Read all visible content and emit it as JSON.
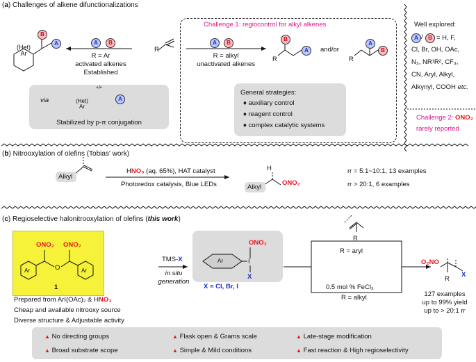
{
  "section_a": {
    "label_letter": "a",
    "title": "Challenges of alkene difunctionalizations",
    "ball_a": "A",
    "ball_b": "B",
    "left_arrow_r": "R = Ar",
    "left_arrow_line2": "activated alkenes",
    "left_arrow_line3": "Established",
    "het": "(Het)",
    "ar": "Ar",
    "via": "via",
    "radical_mark": "+/•",
    "stabilized": "Stabilized by p-π conjugation",
    "r_label": "R",
    "challenge1": "Challenge 1: regiocontrol for alkyl alkenes",
    "right_arrow_r": "R = alkyl",
    "right_arrow_line2": "unactivated alkenes",
    "andor": "and/or",
    "strategies_title": "General strategies:",
    "strategies": [
      "auxiliary control",
      "reagent control",
      "complex catalytic systems"
    ],
    "well_explored": "Well explored:",
    "well_list_1": "= H, F,",
    "well_list_2": "Cl, Br, OH, OAc,",
    "well_list_3": "N₃, NR¹R², CF₃,",
    "well_list_4": "CN,  Aryl, Alkyl,",
    "well_list_5a": "Alkynyl, COOH",
    "well_list_5b": "etc.",
    "slash": "/",
    "challenge2": "Challenge 2:",
    "ono2": "ONO₂",
    "rarely": "rarely reported"
  },
  "section_b": {
    "label_letter": "b",
    "title": "Nitrooxylation of olefins (Tobias' work)",
    "alkyl": "Alkyl",
    "reagent_h": "H",
    "reagent_no3": "NO₃",
    "reagent_rest": " (aq. 65%), HAT catalyst",
    "conditions": "Photoredox catalysis, Blue LEDs",
    "product_h": "H",
    "product_ono2": "ONO₂",
    "result1": "rr = 5:1~10:1, 13 examples",
    "result2": "rr > 20:1, 6 examples"
  },
  "section_c": {
    "label_letter": "c",
    "title_pre": "Regioselective halonitrooxylation of olefins (",
    "title_em": "this work",
    "title_post": ")",
    "ono2": "ONO₂",
    "ar": "Ar",
    "o": "O",
    "reagent_number": "1",
    "prepared_pre": "Prepared from ArI(OAc)₂ & H",
    "prepared_no3": "NO₃",
    "cheap": "Cheap and available nitrooxy source",
    "diverse": "Diverse structure & Adjustable activity",
    "tms": "TMS-",
    "tms_x": "X",
    "in_situ": "in situ",
    "generation": "generation",
    "i": "I",
    "x": "X",
    "x_label": "X = Cl, Br, I",
    "r": "R",
    "r_aryl": "R = aryl",
    "fecl3": "0.5 mol % FeCl₃",
    "r_alkyl": "R = alkyl",
    "o2no": "O₂NO",
    "examples": "127 examples",
    "yield": "up to 99% yield",
    "rr": "up to > 20:1 rr",
    "features": [
      "No directing groups",
      "Flask open & Grams scale",
      "Late-stage modification",
      "Broad substrate scope",
      "Simple & Mild conditions",
      "Fast reaction & High regioselectivity"
    ]
  },
  "colors": {
    "magenta": "#e0138c",
    "red": "#e8141c",
    "blue": "#1830d0",
    "yellow": "#f6f23a",
    "gray": "#dcdcdc"
  }
}
